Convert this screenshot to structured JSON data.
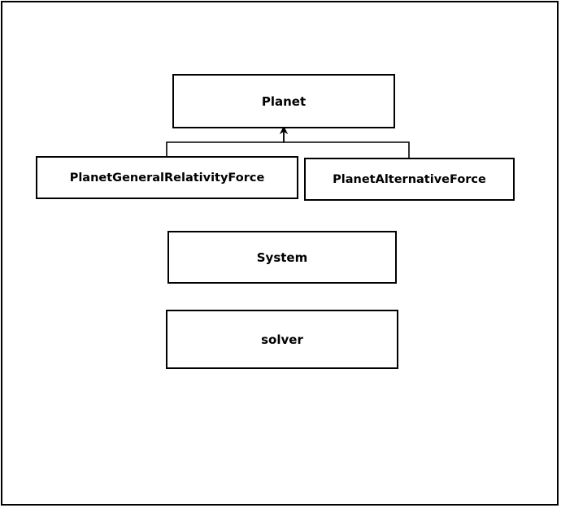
{
  "diagram": {
    "nodes": {
      "planet": "Planet",
      "general_relativity_force": "PlanetGeneralRelativityForce",
      "alternative_force": "PlanetAlternativeForce",
      "system": "System",
      "solver": "solver"
    },
    "edges": [
      {
        "from": "general_relativity_force",
        "to": "planet",
        "kind": "inheritance-arrow"
      },
      {
        "from": "alternative_force",
        "to": "planet",
        "kind": "inheritance-arrow"
      }
    ],
    "colors": {
      "stroke": "#000000",
      "fill": "#ffffff",
      "text": "#000000"
    }
  }
}
